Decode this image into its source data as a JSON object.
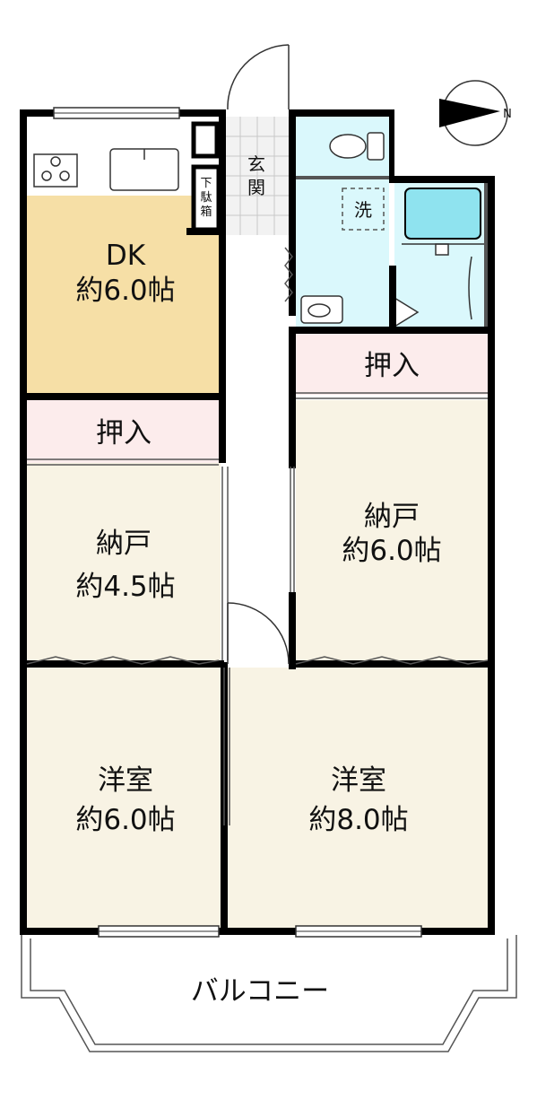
{
  "rooms": {
    "dk": {
      "name": "DK",
      "size": "約6.0帖"
    },
    "closet_left": {
      "name": "押入"
    },
    "closet_right": {
      "name": "押入"
    },
    "storage_small": {
      "name": "納戸",
      "size": "約4.5帖"
    },
    "storage_large": {
      "name": "納戸",
      "size": "約6.0帖"
    },
    "western_left": {
      "name": "洋室",
      "size": "約6.0帖"
    },
    "western_right": {
      "name": "洋室",
      "size": "約8.0帖"
    },
    "entrance": {
      "line1": "玄",
      "line2": "関"
    },
    "shoe_box": {
      "line1": "下",
      "line2": "駄",
      "line3": "箱"
    },
    "washer": {
      "name": "洗"
    },
    "balcony": {
      "name": "バルコニー"
    }
  },
  "compass": {
    "label": "N"
  },
  "colors": {
    "wall": "#000000",
    "dk_floor": "#f6dfa6",
    "room_floor": "#f8f3e4",
    "closet_floor": "#fcecec",
    "wet_area": "#daf8fc",
    "bath_tub": "#8fe3ef",
    "entrance_tile": "#f2f2f2"
  }
}
